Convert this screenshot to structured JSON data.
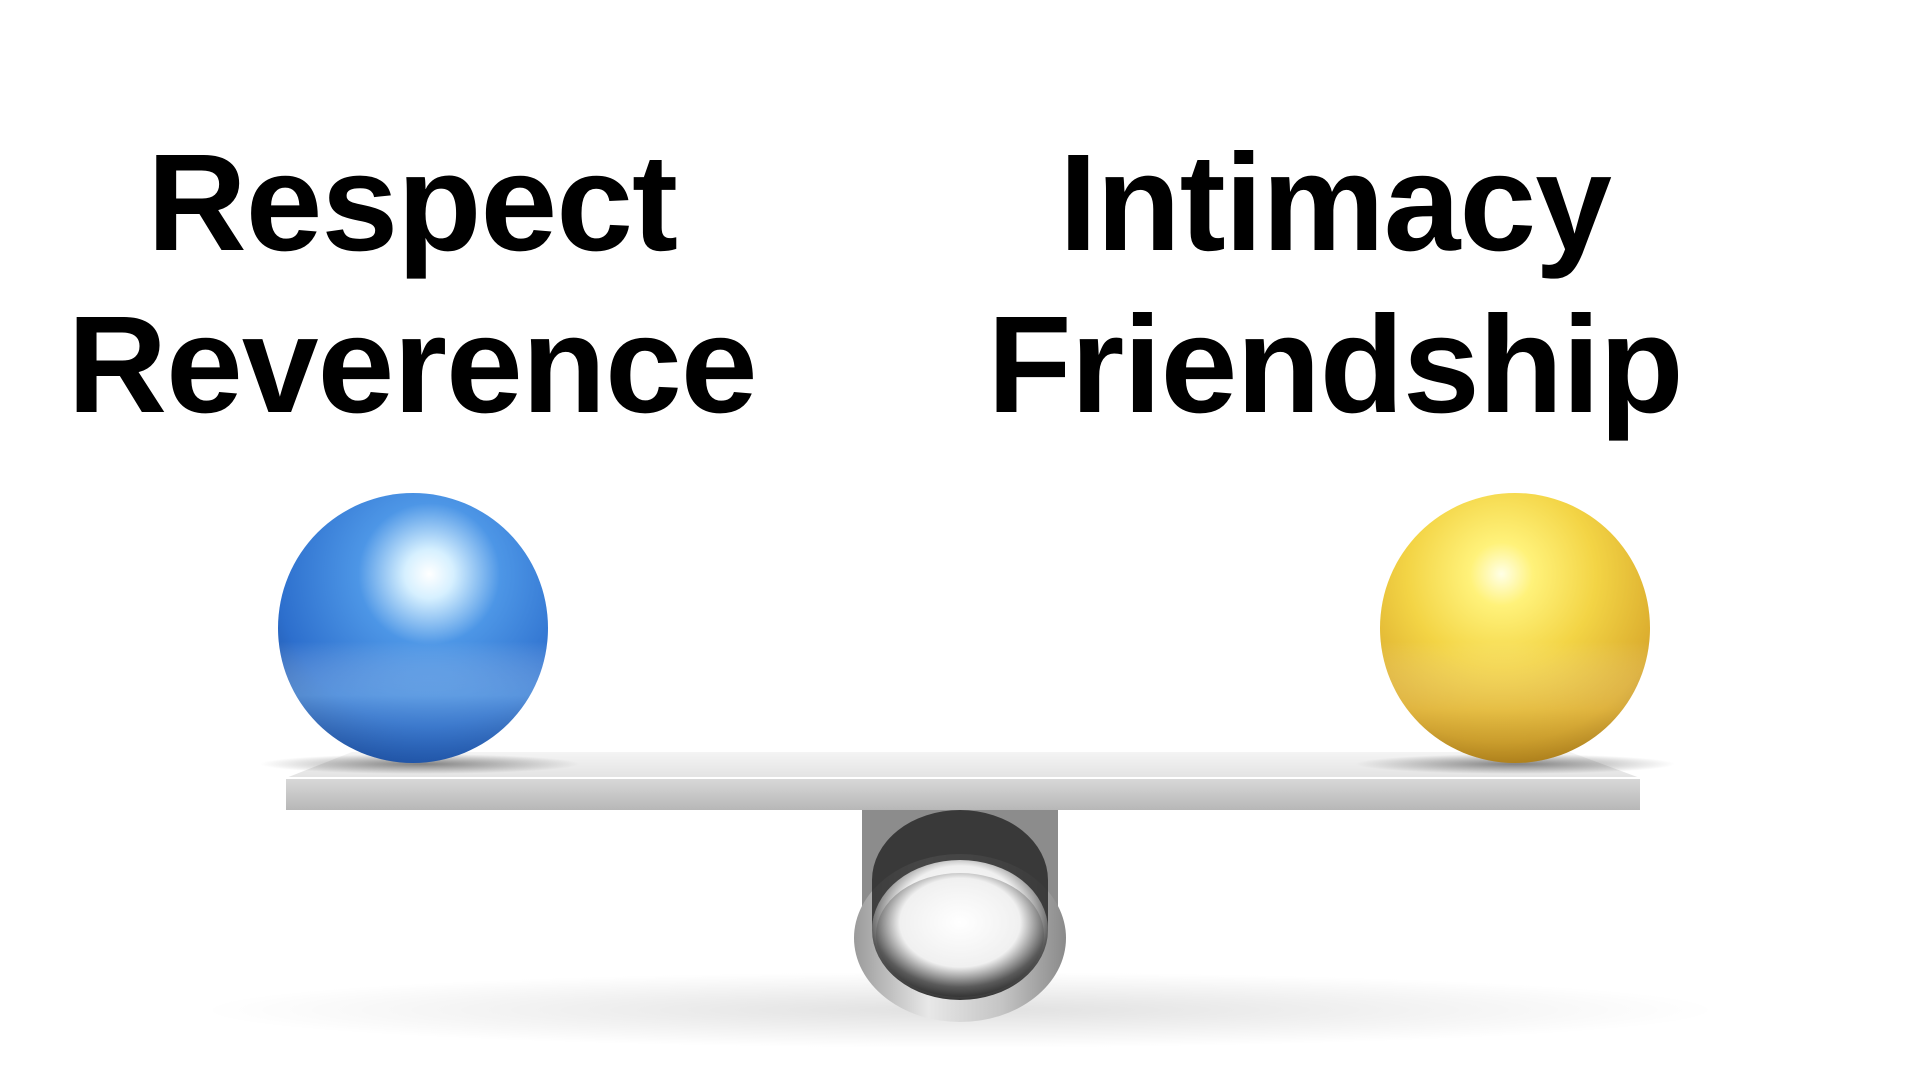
{
  "left": {
    "line1": "Respect",
    "line2": "Reverence",
    "ball_color": "#3a7fd8",
    "ball_icon": "blue-sphere"
  },
  "right": {
    "line1": "Intimacy",
    "line2": "Friendship",
    "ball_color": "#f2c93a",
    "ball_icon": "gold-sphere"
  },
  "scale": {
    "icon": "seesaw-balance",
    "plank_color": "#e0e0e0",
    "fulcrum_color": "#b8b8b8",
    "state": "balanced"
  }
}
